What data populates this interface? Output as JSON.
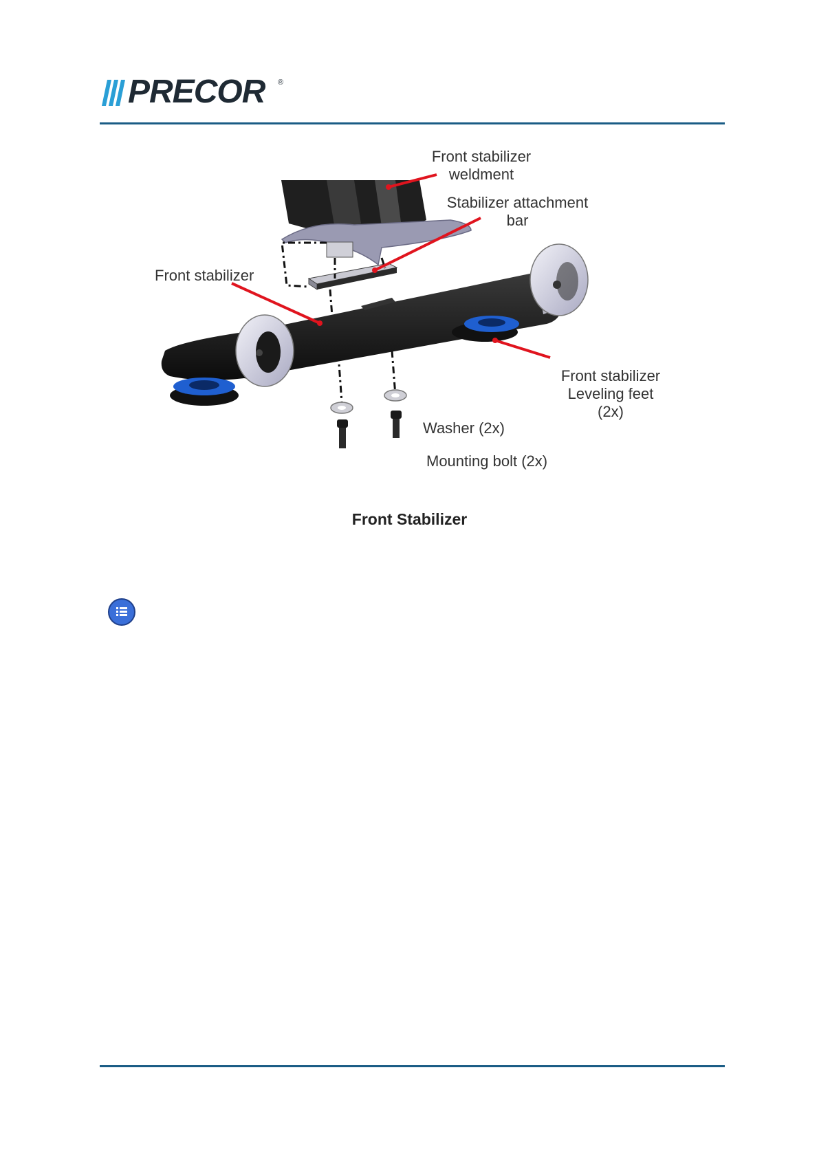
{
  "header": {
    "logo_text": "PRECOR",
    "logo_reg": "®",
    "rule_color": "#1a5c85"
  },
  "figure": {
    "labels": {
      "weldment_line1": "Front stabilizer",
      "weldment_line2": "weldment",
      "attach_line1": "Stabilizer attachment",
      "attach_line2": "bar",
      "front_stabilizer": "Front stabilizer",
      "feet_line1": "Front stabilizer",
      "feet_line2": "Leveling feet",
      "feet_line3": "(2x)",
      "washer": "Washer (2x)",
      "bolt": "Mounting bolt (2x)"
    },
    "callout_color": "#e0141e",
    "caption": "Front Stabilizer"
  },
  "toc_button": {
    "icon": "list-icon",
    "color": "#3a6fd9"
  }
}
